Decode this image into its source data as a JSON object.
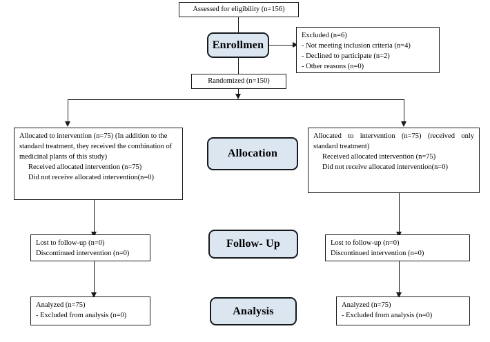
{
  "diagram": {
    "title": "CONSORT Participant Flow Diagram",
    "line_color": "#1a1a1a",
    "stage_fill": "#dce6f1",
    "box_fill": "#ffffff"
  },
  "nodes": {
    "assessed": {
      "label": "Assessed for eligibility (n=156)"
    },
    "excluded": {
      "line1": "Excluded (n=6)",
      "line2": "- Not meeting inclusion criteria (n=4)",
      "line3": "- Declined to participate (n=2)",
      "line4": "- Other reasons (n=0)"
    },
    "randomized": {
      "label": "Randomized (n=150)"
    },
    "allocation_left": {
      "line1": "Allocated to intervention (n=75) (In addition to the standard treatment, they received the combination of medicinal plants of this study)",
      "line2": "Received allocated intervention (n=75)",
      "line3": "Did not receive allocated intervention(n=0)"
    },
    "allocation_right": {
      "line1": "Allocated to intervention (n=75) (received only standard treatment)",
      "line2": "Received allocated intervention (n=75)",
      "line3": "Did not receive allocated intervention(n=0)"
    },
    "followup_left": {
      "line1": "Lost to follow-up (n=0)",
      "line2": "Discontinued intervention (n=0)"
    },
    "followup_right": {
      "line1": "Lost to follow-up (n=0)",
      "line2": "Discontinued intervention (n=0)"
    },
    "analysis_left": {
      "line1": "Analyzed (n=75)",
      "line2": "- Excluded from analysis (n=0)"
    },
    "analysis_right": {
      "line1": "Analyzed (n=75)",
      "line2": "- Excluded from analysis (n=0)"
    }
  },
  "stages": {
    "enrollment": "Enrollmen",
    "allocation": "Allocation",
    "followup": "Follow- Up",
    "analysis": "Analysis"
  }
}
